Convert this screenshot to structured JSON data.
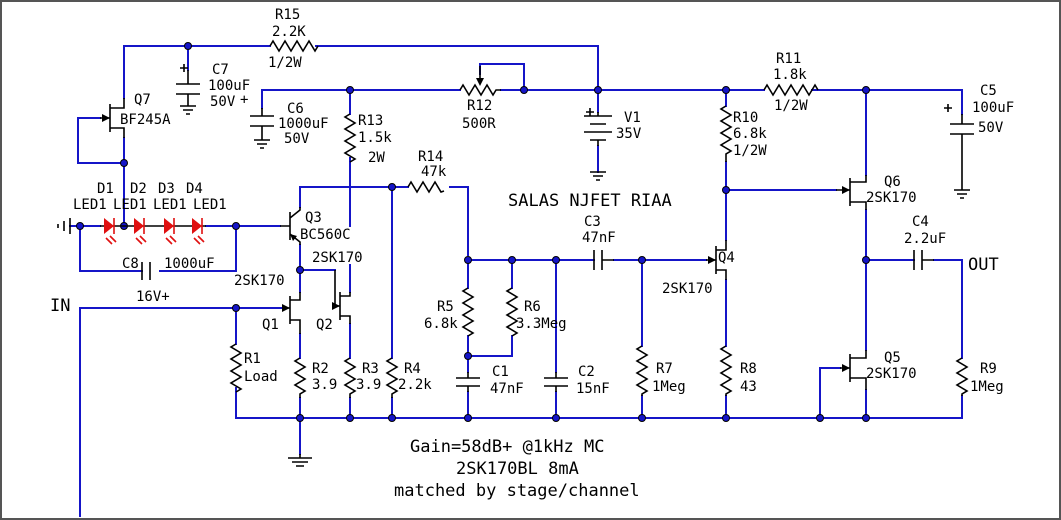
{
  "title": "SALAS NJFET RIAA",
  "notes": [
    "Gain=58dB+ @1kHz MC",
    "2SK170BL 8mA",
    "matched by stage/channel"
  ],
  "supply_label": "16V+",
  "ports": {
    "in": "IN",
    "out": "OUT"
  },
  "components": {
    "R15": {
      "ref": "R15",
      "value": "2.2K",
      "rating": "1/2W"
    },
    "C7": {
      "ref": "C7",
      "value": "100uF",
      "rating": "50V"
    },
    "Q7": {
      "ref": "Q7",
      "part": "BF245A"
    },
    "C6": {
      "ref": "C6",
      "value": "1000uF",
      "rating": "50V"
    },
    "R13": {
      "ref": "R13",
      "value": "1.5k",
      "rating": "2W"
    },
    "R12": {
      "ref": "R12",
      "value": "500R"
    },
    "V1": {
      "ref": "V1",
      "value": "35V"
    },
    "R11": {
      "ref": "R11",
      "value": "1.8k",
      "rating": "1/2W"
    },
    "C5": {
      "ref": "C5",
      "value": "100uF",
      "rating": "50V"
    },
    "R10": {
      "ref": "R10",
      "value": "6.8k",
      "rating": "1/2W"
    },
    "R14": {
      "ref": "R14",
      "value": "47k"
    },
    "Q3": {
      "ref": "Q3",
      "part": "BC560C"
    },
    "D1": {
      "ref": "D1",
      "part": "LED1"
    },
    "D2": {
      "ref": "D2",
      "part": "LED1"
    },
    "D3": {
      "ref": "D3",
      "part": "LED1"
    },
    "D4": {
      "ref": "D4",
      "part": "LED1"
    },
    "C8": {
      "ref": "C8",
      "value": "1000uF"
    },
    "Q6": {
      "ref": "Q6",
      "part": "2SK170"
    },
    "C3": {
      "ref": "C3",
      "value": "47nF"
    },
    "Q4": {
      "ref": "Q4",
      "part": "2SK170"
    },
    "C4": {
      "ref": "C4",
      "value": "2.2uF"
    },
    "Q1": {
      "ref": "Q1",
      "part": "2SK170"
    },
    "Q2": {
      "ref": "Q2",
      "part": "2SK170"
    },
    "R5": {
      "ref": "R5",
      "value": "6.8k"
    },
    "R6": {
      "ref": "R6",
      "value": "3.3Meg"
    },
    "R1": {
      "ref": "R1",
      "value": "Load"
    },
    "R2": {
      "ref": "R2",
      "value": "3.9"
    },
    "R3": {
      "ref": "R3",
      "value": "3.9"
    },
    "R4": {
      "ref": "R4",
      "value": "2.2k"
    },
    "C1": {
      "ref": "C1",
      "value": "47nF"
    },
    "C2": {
      "ref": "C2",
      "value": "15nF"
    },
    "R7": {
      "ref": "R7",
      "value": "1Meg"
    },
    "R8": {
      "ref": "R8",
      "value": "43"
    },
    "Q5": {
      "ref": "Q5",
      "part": "2SK170"
    },
    "R9": {
      "ref": "R9",
      "value": "1Meg"
    }
  }
}
